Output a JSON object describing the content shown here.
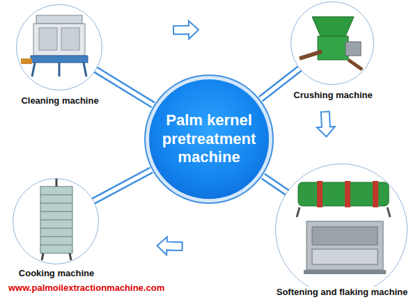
{
  "diagram": {
    "nodes": [
      {
        "text": [
          "Palm kernel pretreatment machine"
        ]
      },
      {
        "text": [
          "Cleaning machine"
        ]
      },
      {
        "text": [
          "Crushing machine"
        ]
      },
      {
        "text": [
          "Softening and flaking machine"
        ]
      },
      {
        "text": [
          "Cooking machine"
        ]
      }
    ],
    "edges": [
      {
        "from": 0,
        "to": 1,
        "arrow": "none"
      },
      {
        "from": 0,
        "to": 2,
        "arrow": "none"
      },
      {
        "from": 0,
        "to": 3,
        "arrow": "none"
      },
      {
        "from": 0,
        "to": 4,
        "arrow": "none"
      },
      {
        "from": 1,
        "to": 2,
        "arrow": "to"
      },
      {
        "from": 2,
        "to": 3,
        "arrow": "to"
      },
      {
        "from": 3,
        "to": 4,
        "arrow": "to"
      }
    ],
    "labels": [
      "www.palmoilextractionmachine.com"
    ]
  }
}
